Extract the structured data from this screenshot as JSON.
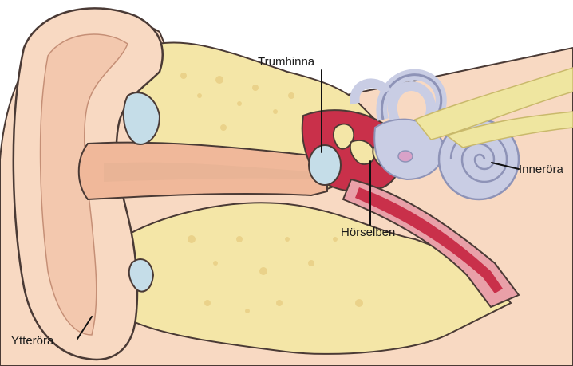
{
  "diagram": {
    "labels": {
      "eardrum": "Trumhinna",
      "inner_ear": "Inneröra",
      "ossicles": "Hörselben",
      "outer_ear": "Ytteröra"
    },
    "colors": {
      "skin": "#f8d9c2",
      "skin_shadow": "#e9b496",
      "canal": "#f0b89a",
      "bone": "#f4e6a7",
      "bone_dot": "#ead28a",
      "middle_ear": "#c9304a",
      "tube": "#e9a0a8",
      "labyrinth": "#c9cde4",
      "labyrinth_line": "#8e93b7",
      "nerve": "#efe6a0",
      "eardrum": "#c5dde8",
      "outline": "#4a3a35"
    }
  }
}
